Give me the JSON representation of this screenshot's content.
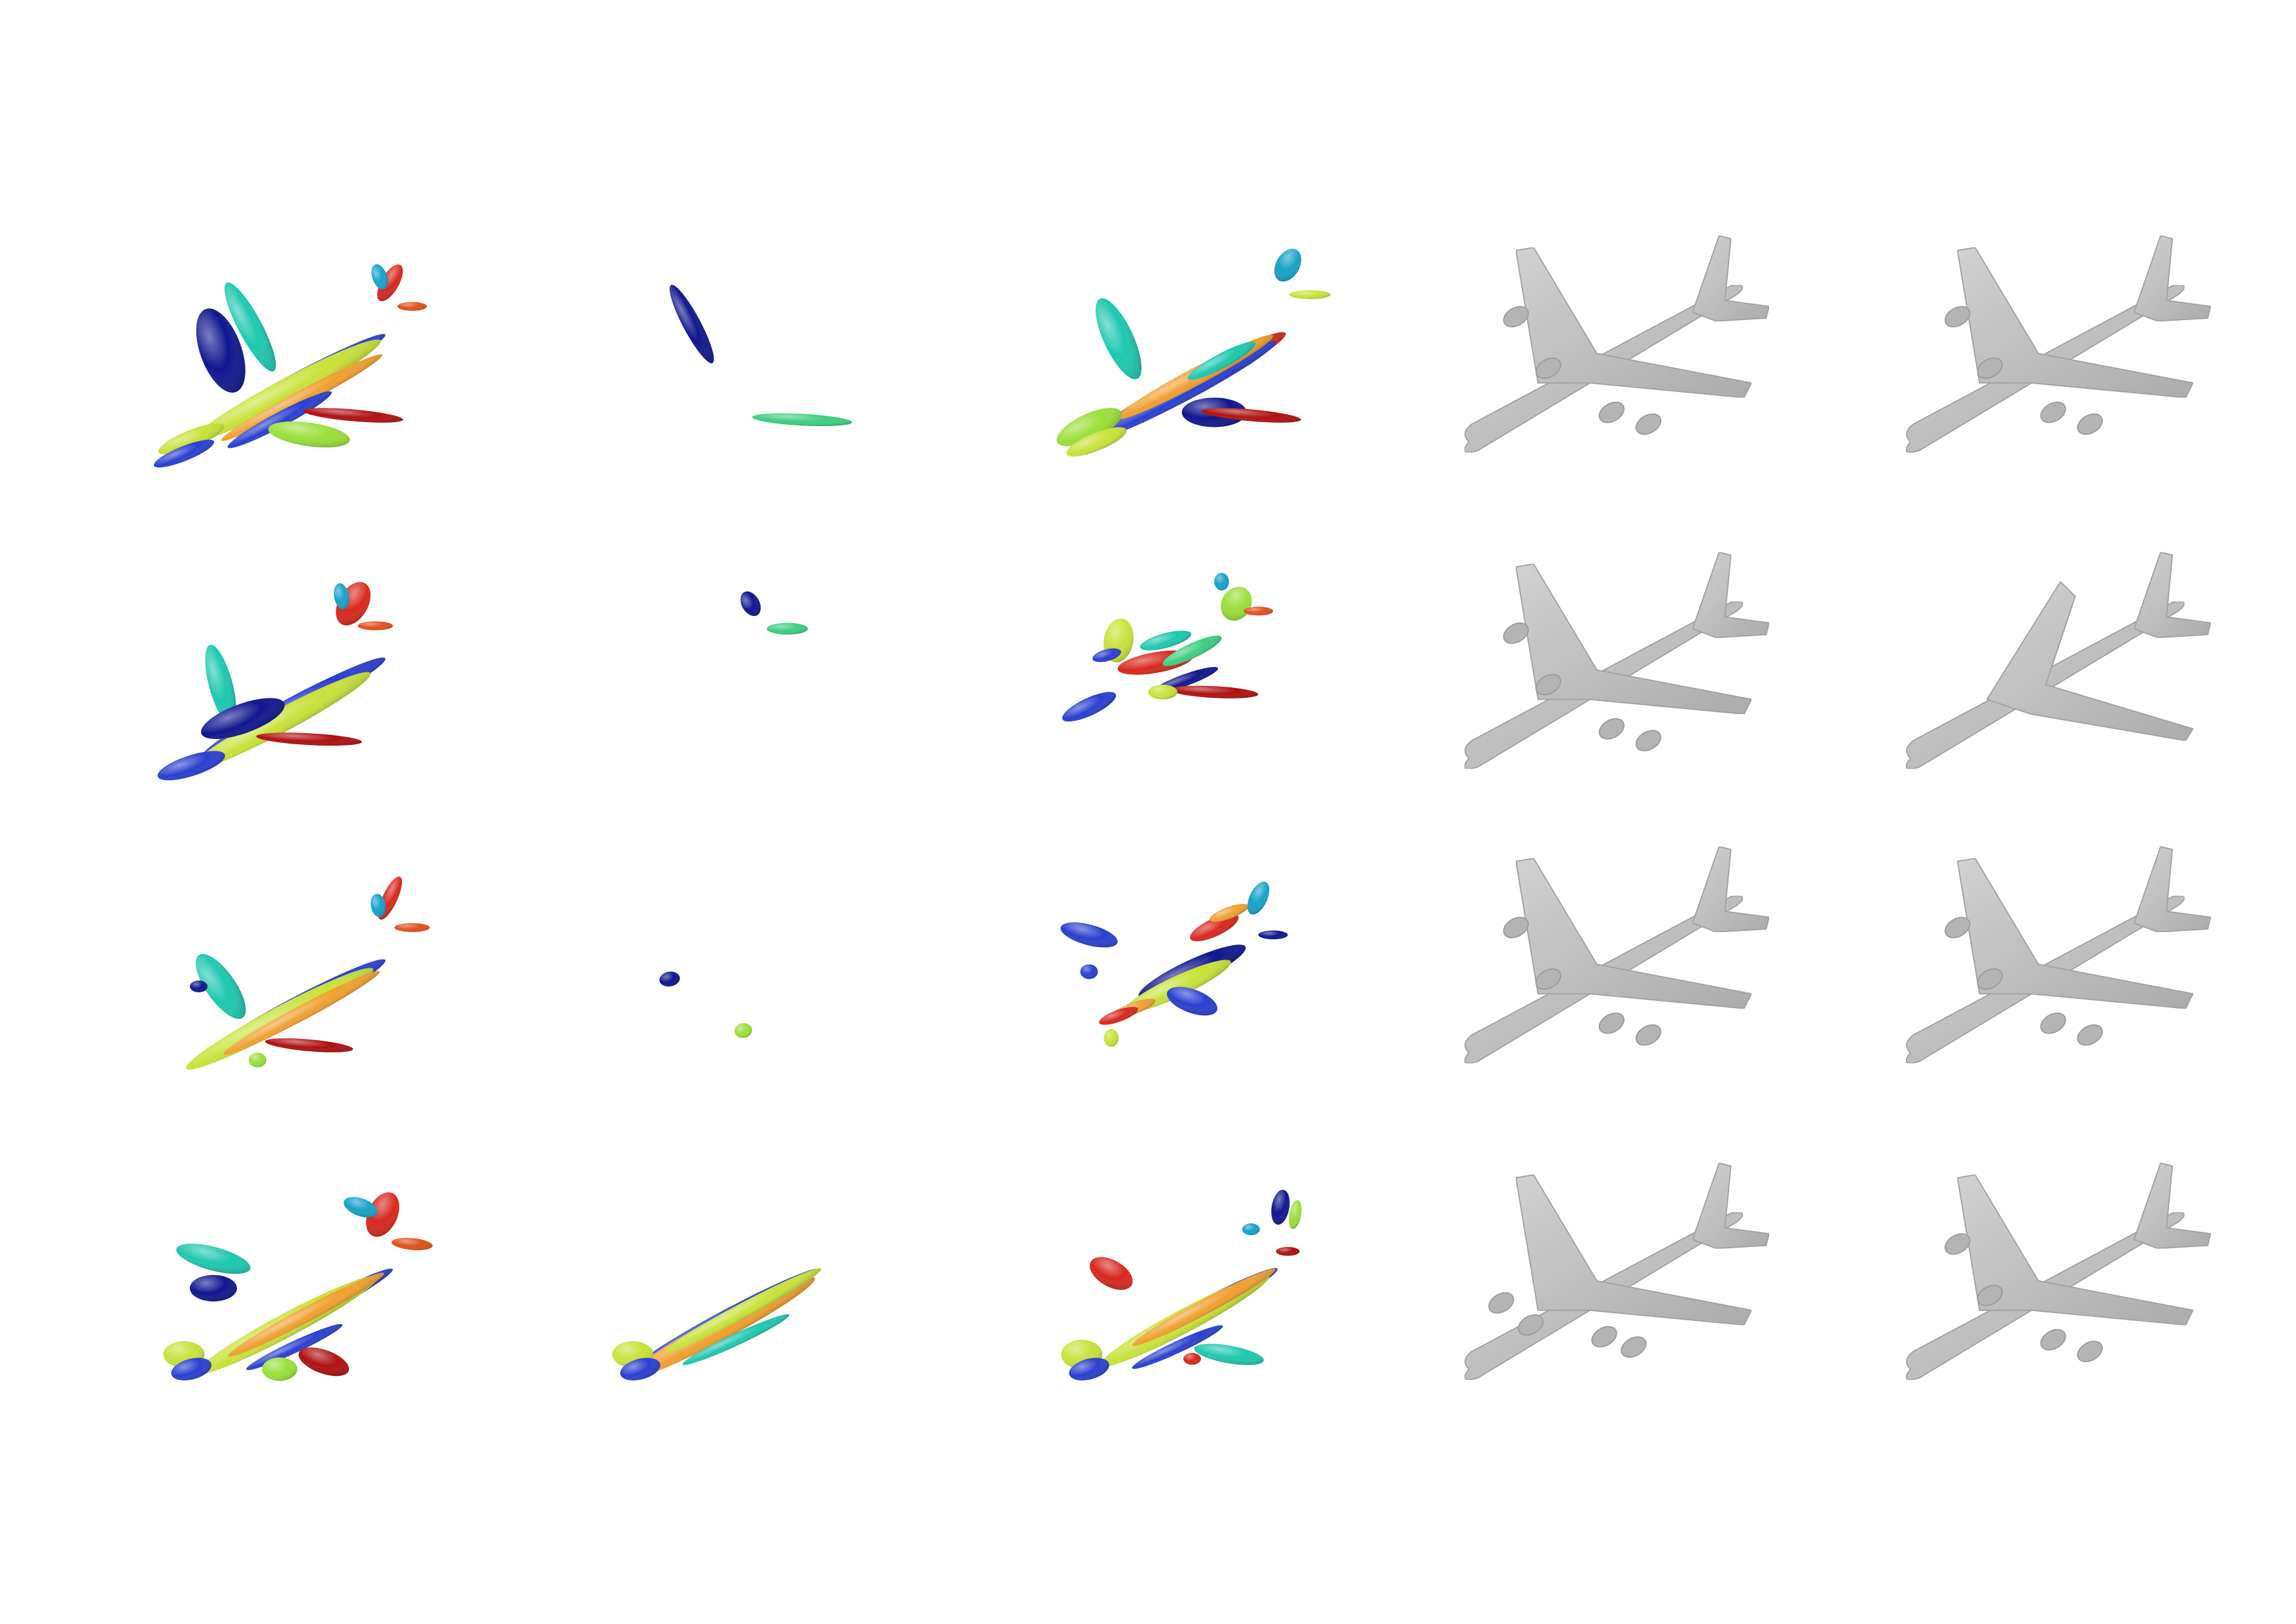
{
  "figure": {
    "rows": 4,
    "columns": 5,
    "background": "#ffffff",
    "palette": {
      "dark_blue": "#10168f",
      "blue": "#2a3fd0",
      "cyan": "#16a2c8",
      "teal": "#1ec8b0",
      "green": "#3ccf80",
      "light_green": "#9adf3a",
      "yellow_green": "#c8e23a",
      "orange": "#f0a030",
      "red": "#d8281e",
      "dark_red": "#b01010",
      "orange_red": "#e0501a",
      "mesh_gray": "#c4c4c4",
      "mesh_shadow": "#9a9a9a"
    },
    "panels": [
      {
        "row": 1,
        "col": 1,
        "kind": "ellipsoid-primitives",
        "subject": "airplane"
      },
      {
        "row": 1,
        "col": 2,
        "kind": "ellipsoid-primitives-partial",
        "subject": "airplane"
      },
      {
        "row": 1,
        "col": 3,
        "kind": "ellipsoid-primitives",
        "subject": "airplane"
      },
      {
        "row": 1,
        "col": 4,
        "kind": "mesh-render",
        "subject": "airplane"
      },
      {
        "row": 1,
        "col": 5,
        "kind": "mesh-render",
        "subject": "airplane"
      },
      {
        "row": 2,
        "col": 1,
        "kind": "ellipsoid-primitives",
        "subject": "airplane"
      },
      {
        "row": 2,
        "col": 2,
        "kind": "ellipsoid-primitives-partial",
        "subject": "airplane"
      },
      {
        "row": 2,
        "col": 3,
        "kind": "ellipsoid-primitives",
        "subject": "airplane"
      },
      {
        "row": 2,
        "col": 4,
        "kind": "mesh-render",
        "subject": "airplane"
      },
      {
        "row": 2,
        "col": 5,
        "kind": "mesh-render",
        "subject": "airplane"
      },
      {
        "row": 3,
        "col": 1,
        "kind": "ellipsoid-primitives",
        "subject": "airplane"
      },
      {
        "row": 3,
        "col": 2,
        "kind": "ellipsoid-primitives-partial",
        "subject": "airplane"
      },
      {
        "row": 3,
        "col": 3,
        "kind": "ellipsoid-primitives",
        "subject": "airplane"
      },
      {
        "row": 3,
        "col": 4,
        "kind": "mesh-render",
        "subject": "airplane"
      },
      {
        "row": 3,
        "col": 5,
        "kind": "mesh-render",
        "subject": "airplane"
      },
      {
        "row": 4,
        "col": 1,
        "kind": "ellipsoid-primitives",
        "subject": "airplane"
      },
      {
        "row": 4,
        "col": 2,
        "kind": "ellipsoid-primitives-partial",
        "subject": "airplane"
      },
      {
        "row": 4,
        "col": 3,
        "kind": "ellipsoid-primitives",
        "subject": "airplane"
      },
      {
        "row": 4,
        "col": 4,
        "kind": "mesh-render",
        "subject": "airplane"
      },
      {
        "row": 4,
        "col": 5,
        "kind": "mesh-render",
        "subject": "airplane"
      }
    ]
  }
}
